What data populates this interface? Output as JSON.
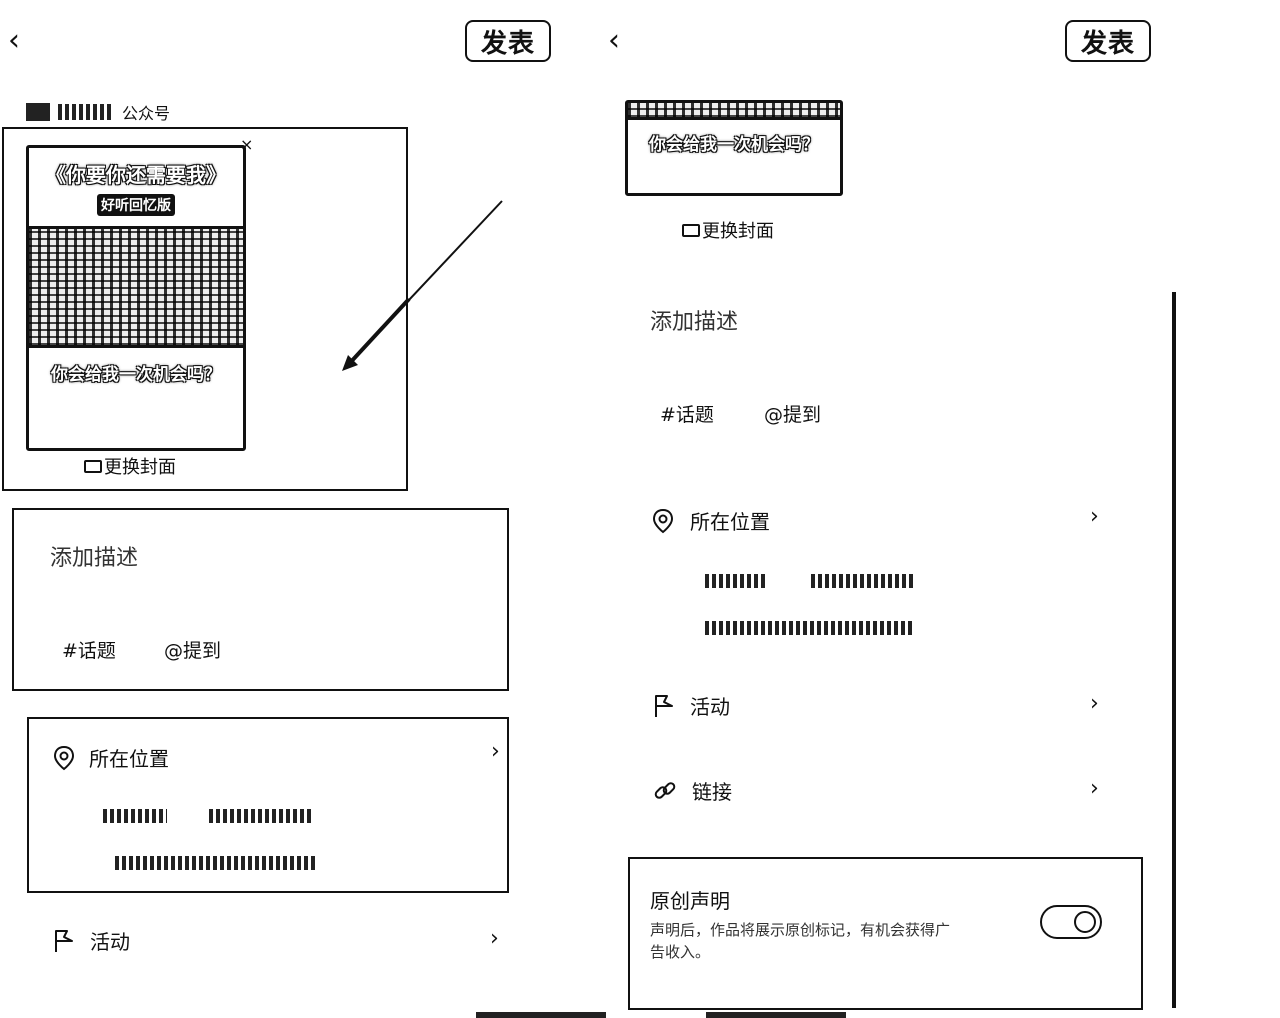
{
  "left": {
    "back_glyph": "‹",
    "publish_label": "发表",
    "account": {
      "type_label": "公众号"
    },
    "cover": {
      "title_line1": "《你要你还需要我》",
      "title_tag": "好听回忆版",
      "bottom_caption": "你会给我一次机会吗？",
      "close_glyph": "×",
      "change_label": "更换封面"
    },
    "description": {
      "placeholder": "添加描述",
      "topic_label": "#话题",
      "mention_label": "@提到"
    },
    "location": {
      "label": "所在位置"
    },
    "activity": {
      "label": "活动"
    }
  },
  "right": {
    "back_glyph": "‹",
    "publish_label": "发表",
    "cover": {
      "bottom_caption": "你会给我一次机会吗？",
      "change_label": "更换封面"
    },
    "description": {
      "placeholder": "添加描述",
      "topic_label": "#话题",
      "mention_label": "@提到"
    },
    "location": {
      "label": "所在位置"
    },
    "activity": {
      "label": "活动"
    },
    "link": {
      "label": "链接"
    },
    "original": {
      "title": "原创声明",
      "desc_line1": "声明后，作品将展示原创标记，有机会获得广",
      "desc_line2": "告收入。"
    }
  },
  "icons": {
    "chevron": "›",
    "image_icon": "▭"
  }
}
